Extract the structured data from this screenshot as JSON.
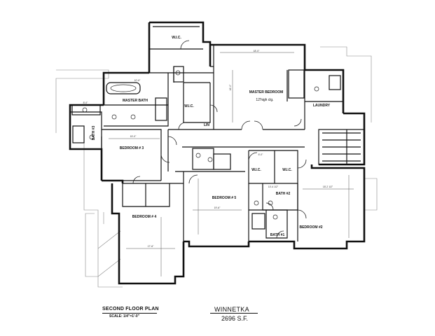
{
  "plan": {
    "title": "SECOND FLOOR PLAN",
    "scale": "SCALE: 1/4\"=1'-0\"",
    "name": "WINNETKA",
    "area": "2696 S.F."
  },
  "rooms": {
    "master_bath": "MASTER BATH",
    "master_bedroom": "MASTER BEDROOM",
    "master_bedroom_note": "12'high clg.",
    "laundry": "LAUNDRY",
    "bath_3": "BATH #3",
    "bedroom_3": "BEDROOM # 3",
    "bedroom_4": "BEDROOM # 4",
    "bedroom_5": "BEDROOM # 5",
    "bedroom_2": "BEDROOM #2",
    "bath_2": "BATH #2",
    "bath_1": "BATH #1",
    "wic_top": "W.I.C.",
    "wic_bath": "W.I.C.",
    "wic_mid": "W.I.C.",
    "wic_right": "W.I.C.",
    "lin": "LIN"
  },
  "dims": {
    "mbath_w": "10'-6\"",
    "mbed_w": "18'-0\"",
    "mbed_d": "16'-0\"",
    "bed3_w": "15'-0\"",
    "bed5_w": "19'-6\"",
    "bed2_w": "18'-2 1/2\"",
    "bed4_w": "17'-6\"",
    "wic_w": "6'-0\"",
    "bath2_w": "10'-4 1/2\"",
    "bath3_w": "8'-0\""
  }
}
